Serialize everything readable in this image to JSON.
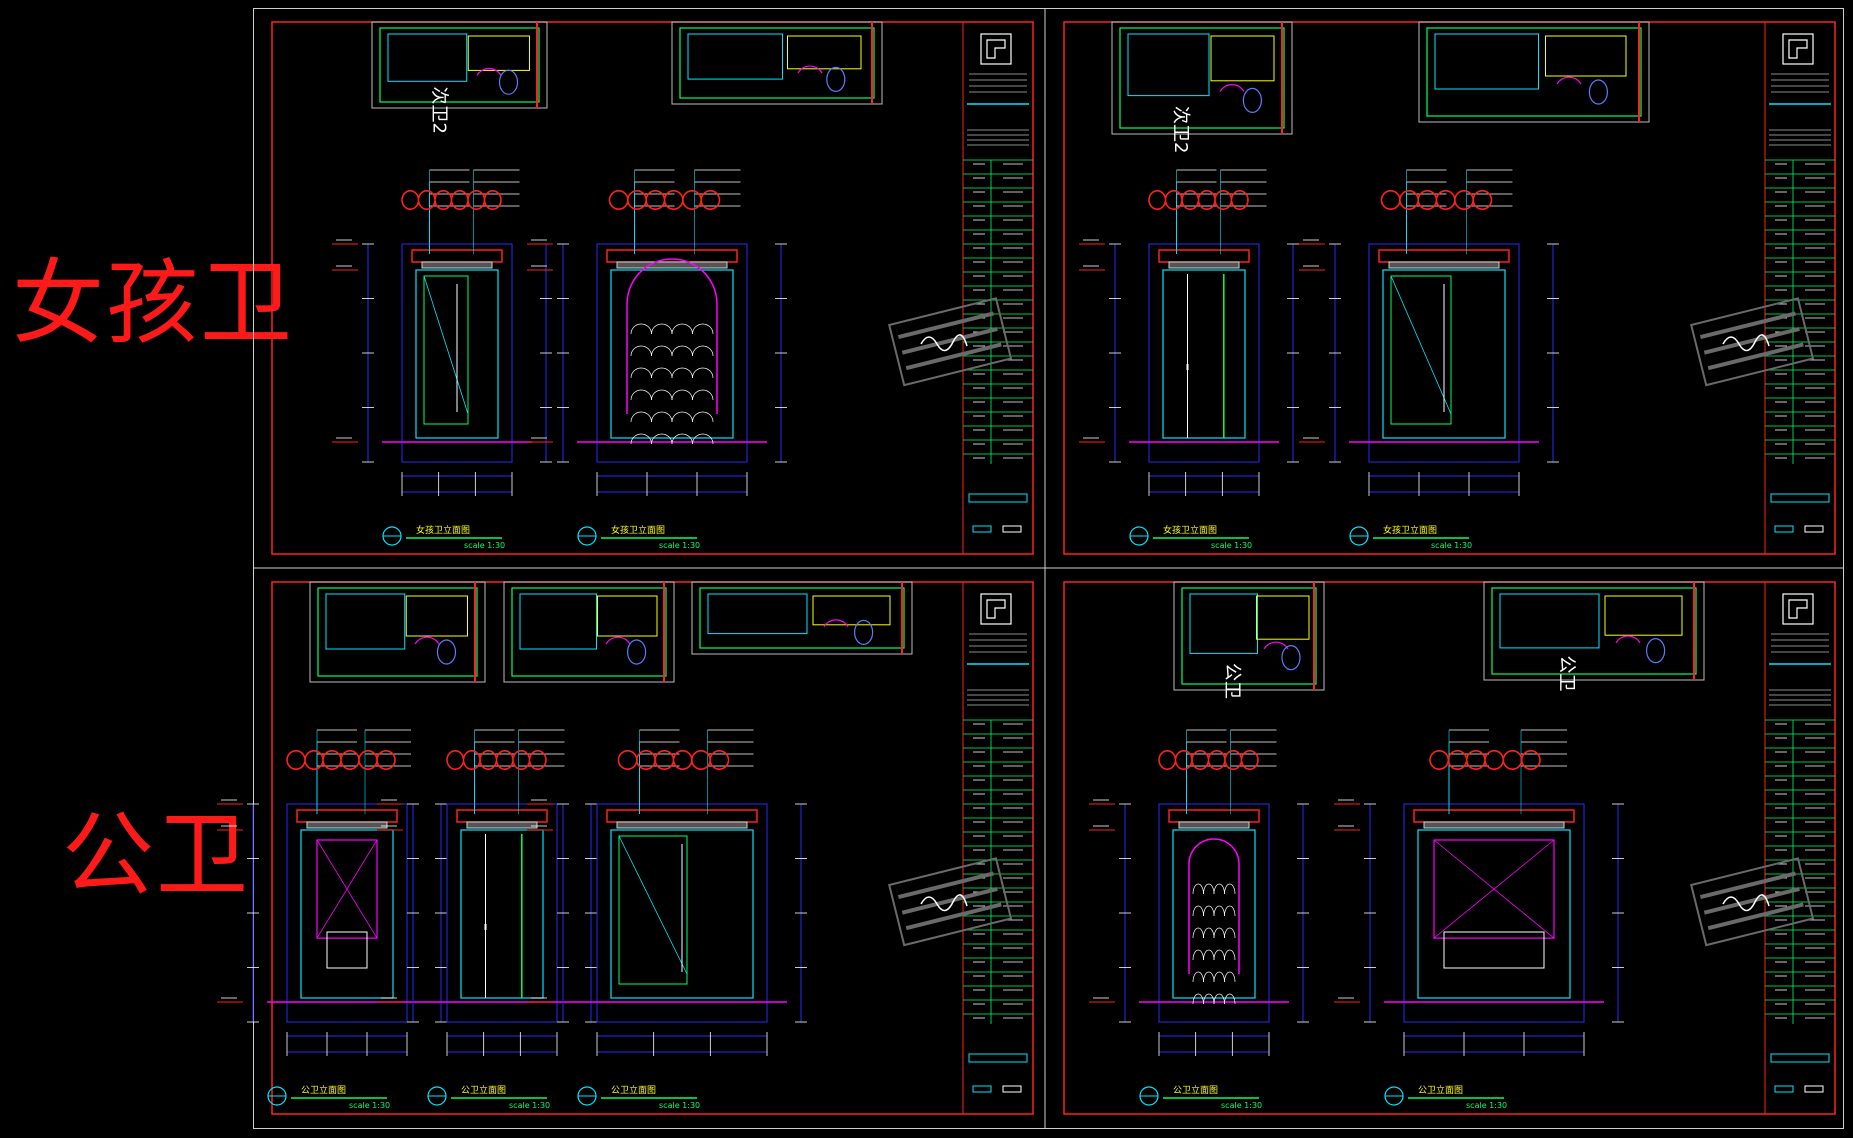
{
  "row_labels": {
    "top": "女孩卫",
    "bottom": "公卫"
  },
  "sheets": [
    {
      "id": "sheet-1",
      "plan_labels": [
        "次卫2"
      ],
      "elevations": [
        {
          "title": "女孩卫立面图",
          "scale": "scale 1:30"
        },
        {
          "title": "女孩卫立面图",
          "scale": "scale 1:30"
        }
      ]
    },
    {
      "id": "sheet-2",
      "plan_labels": [
        "次卫2"
      ],
      "elevations": [
        {
          "title": "女孩卫立面图",
          "scale": "scale 1:30"
        },
        {
          "title": "女孩卫立面图",
          "scale": "scale 1:30"
        }
      ]
    },
    {
      "id": "sheet-3",
      "plan_labels": [],
      "elevations": [
        {
          "title": "公卫立面图",
          "scale": "scale 1:30"
        },
        {
          "title": "公卫立面图",
          "scale": "scale 1:30"
        },
        {
          "title": "公卫立面图",
          "scale": "scale 1:30"
        }
      ]
    },
    {
      "id": "sheet-4",
      "plan_labels": [
        "公卫",
        "公卫"
      ],
      "elevations": [
        {
          "title": "公卫立面图",
          "scale": "scale 1:30"
        },
        {
          "title": "公卫立面图",
          "scale": "scale 1:30"
        }
      ]
    }
  ],
  "colors": {
    "frame": "#ff2020",
    "dimension": "#2a2aff",
    "leader": "#00e5ff",
    "annotation": "#ffffff",
    "highlight": "#ffff00",
    "wall": "#00ff66",
    "accent": "#ff00ff"
  }
}
